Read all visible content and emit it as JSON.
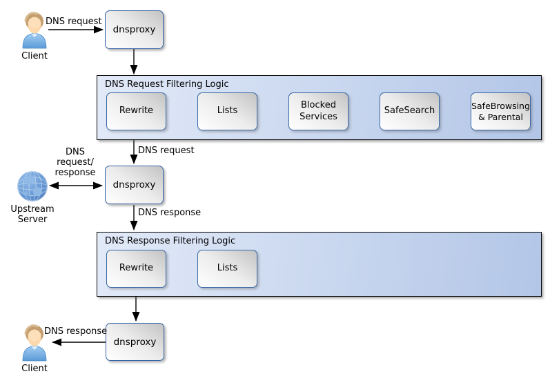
{
  "actors": {
    "client_top": "Client",
    "client_bottom": "Client",
    "upstream_server": "Upstream\nServer"
  },
  "nodes": {
    "dnsproxy_top": "dnsproxy",
    "dnsproxy_mid": "dnsproxy",
    "dnsproxy_bottom": "dnsproxy"
  },
  "request_filter": {
    "title": "DNS Request Filtering Logic",
    "steps": [
      "Rewrite",
      "Lists",
      "Blocked\nServices",
      "SafeSearch",
      "SafeBrowsing\n& Parental"
    ]
  },
  "response_filter": {
    "title": "DNS Response Filtering Logic",
    "steps": [
      "Rewrite",
      "Lists"
    ]
  },
  "edge_labels": {
    "client_to_proxy": "DNS request",
    "filter_in": "DNS request",
    "upstream_link": "DNS\nrequest/\nresponse",
    "proxy_to_filter": "DNS response",
    "proxy_to_client": "DNS response"
  },
  "colors": {
    "node_border": "#3465a4",
    "container_border": "#000000",
    "container_bg_left": "#e2eaf8",
    "container_bg_right": "#b3c6e7",
    "node_bg_dark": "#c3c3c3",
    "node_bg_light": "#ffffff",
    "arrow": "#000000"
  }
}
